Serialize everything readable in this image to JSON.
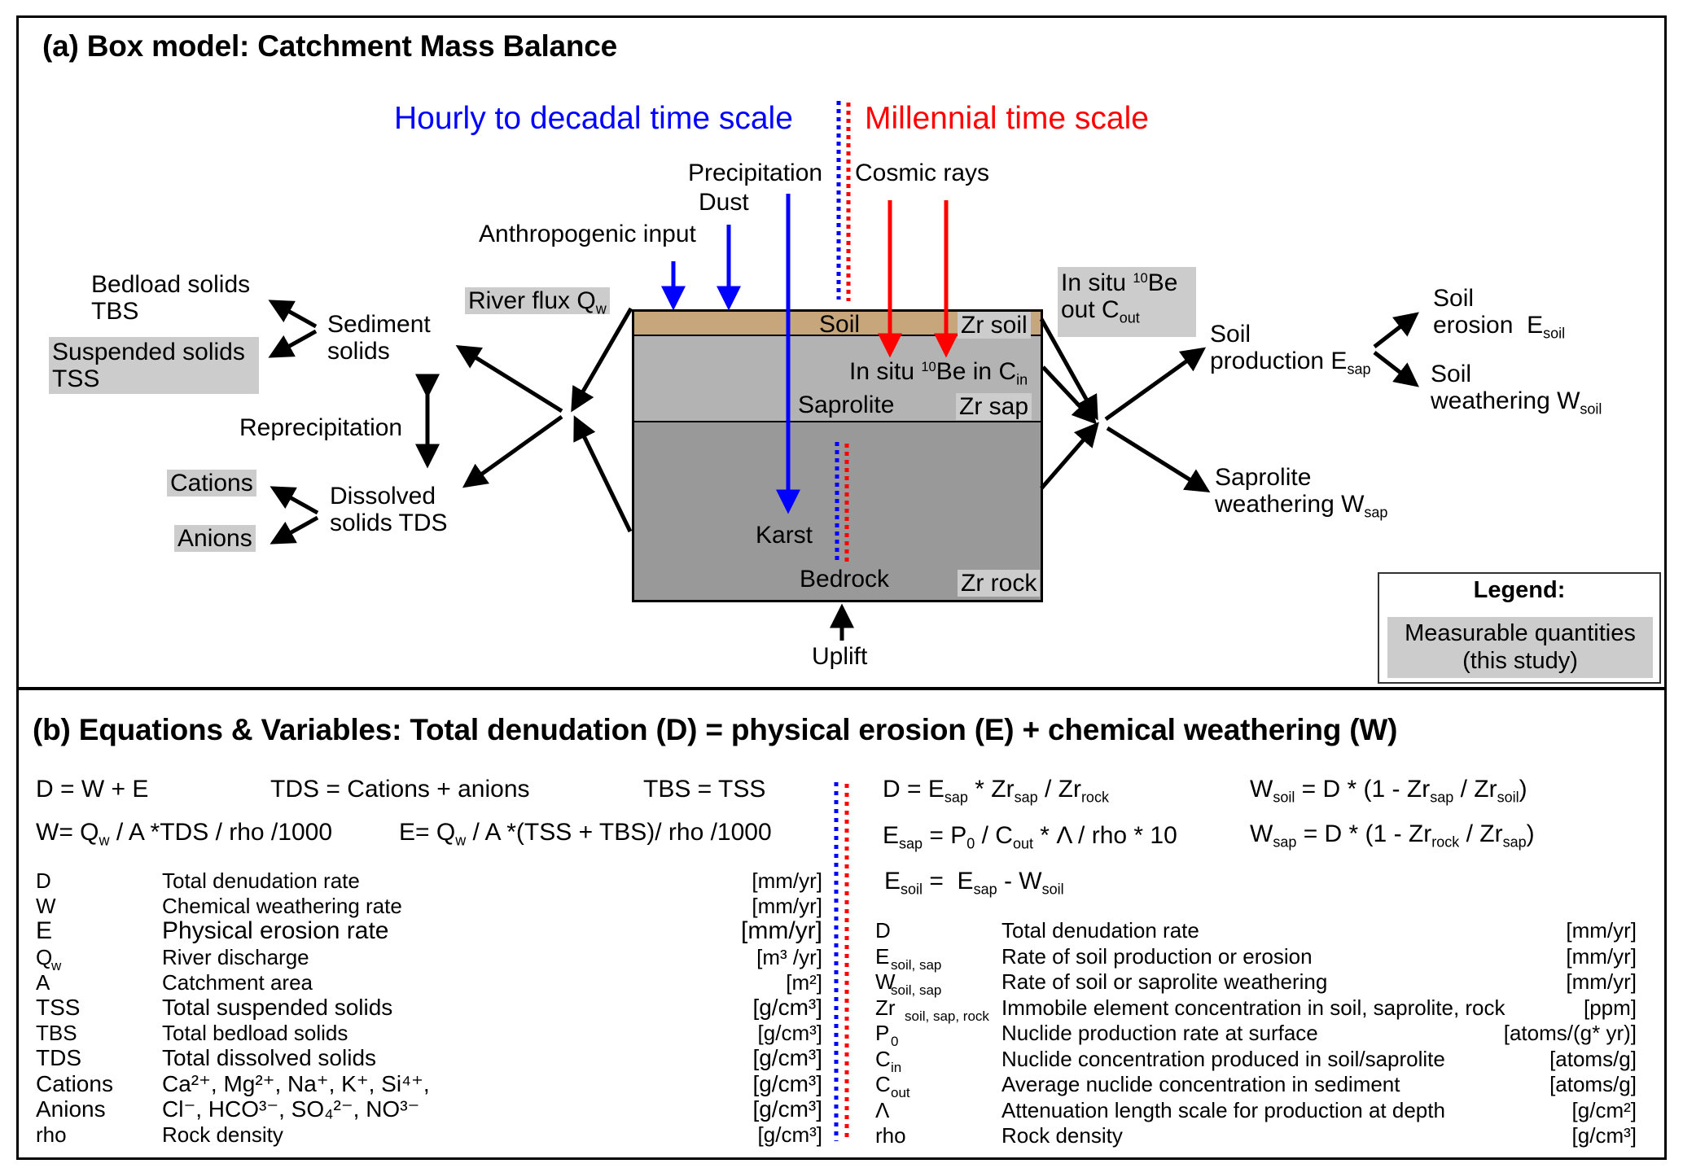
{
  "panel_a": {
    "title": "(a) Box model: Catchment Mass Balance",
    "timescale_short": "Hourly to decadal time scale",
    "timescale_long": "Millennial time scale",
    "colors": {
      "short_timescale": "#0000ff",
      "long_timescale": "#ff0000",
      "soil": "#c8a67c",
      "saprolite": "#b3b3b3",
      "bedrock": "#999999",
      "measurable_highlight": "#cccccc"
    },
    "inputs": {
      "precipitation": "Precipitation",
      "dust": "Dust",
      "anthropogenic": "Anthropogenic input",
      "cosmic_rays": "Cosmic rays",
      "uplift": "Uplift"
    },
    "layers": {
      "soil": "Soil",
      "saprolite": "Saprolite",
      "bedrock": "Bedrock",
      "karst": "Karst",
      "zr_soil": "Zr soil",
      "zr_sap": "Zr sap",
      "zr_rock": "Zr rock",
      "insitu_in": {
        "prefix": "In situ ",
        "isotope": "10",
        "element": "Be in C",
        "sub": "in"
      }
    },
    "left": {
      "river_flux": {
        "text": "River flux Q",
        "sub": "w"
      },
      "sediment": [
        "Sediment",
        "solids"
      ],
      "bedload": [
        "Bedload solids",
        "TBS"
      ],
      "suspended": [
        "Suspended solids",
        "TSS"
      ],
      "reprecipitation": "Reprecipitation",
      "dissolved": [
        "Dissolved",
        "solids TDS"
      ],
      "cations": "Cations",
      "anions": "Anions"
    },
    "right": {
      "insitu_out": {
        "line1_prefix": "In situ ",
        "isotope": "10",
        "line1_element": "Be",
        "line2": "out C",
        "sub": "out"
      },
      "soil_production": {
        "line1": "Soil",
        "line2": "production E",
        "sub": "sap"
      },
      "soil_erosion": {
        "line1": "Soil",
        "line2": "erosion  E",
        "sub": "soil"
      },
      "soil_weathering": {
        "line1": "Soil",
        "line2": "weathering W",
        "sub": "soil"
      },
      "saprolite_weathering": {
        "line1": "Saprolite",
        "line2": "weathering W",
        "sub": "sap"
      }
    },
    "legend": {
      "title": "Legend:",
      "item_line1": "Measurable quantities",
      "item_line2": "(this study)"
    }
  },
  "panel_b": {
    "title": "(b) Equations & Variables: Total denudation (D) = physical erosion (E) + chemical weathering (W)",
    "left_equations": {
      "eq1": "D = W + E",
      "eq2": "TDS = Cations + anions",
      "eq3": "TBS = TSS",
      "eq4": {
        "a": "W= Q",
        "sub": "w",
        "b": " / A *TDS / rho /1000"
      },
      "eq5": {
        "a": "E= Q",
        "sub": "w",
        "b": " / A *(TSS + TBS)/ rho /1000"
      }
    },
    "right_equations": {
      "eq1": {
        "parts": [
          "D = E",
          "sap",
          " * Zr",
          "sap",
          " / Zr",
          "rock"
        ]
      },
      "eq2": {
        "parts": [
          "E",
          "sap",
          " = P",
          "0",
          " / C",
          "out",
          " * Λ / rho * 10"
        ]
      },
      "eq3": {
        "parts": [
          "E",
          "soil",
          " =  E",
          "sap",
          " - W",
          "soil"
        ]
      },
      "eq4": {
        "parts": [
          "W",
          "soil",
          " = D * (1 - Zr",
          "sap",
          " / Zr",
          "soil",
          ")"
        ]
      },
      "eq5": {
        "parts": [
          "W",
          "sap",
          " = D * (1 - Zr",
          "rock",
          " / Zr",
          "sap",
          ")"
        ]
      }
    },
    "left_variables": [
      {
        "sym": "D",
        "sub": "",
        "desc": "Total denudation rate",
        "unit": "[mm/yr]"
      },
      {
        "sym": "W",
        "sub": "",
        "desc": "Chemical weathering rate",
        "unit": "[mm/yr]"
      },
      {
        "sym": "E",
        "sub": "",
        "desc": "Physical erosion rate",
        "unit": "[mm/yr]"
      },
      {
        "sym": "Q",
        "sub": "w",
        "desc": "River discharge",
        "unit": "[m³ /yr]"
      },
      {
        "sym": "A",
        "sub": "",
        "desc": "Catchment area",
        "unit": "[m²]"
      },
      {
        "sym": "TSS",
        "sub": "",
        "desc": "Total suspended solids",
        "unit": "[g/cm³]"
      },
      {
        "sym": "TBS",
        "sub": "",
        "desc": "Total bedload solids",
        "unit": "[g/cm³]"
      },
      {
        "sym": "TDS",
        "sub": "",
        "desc": "Total dissolved solids",
        "unit": "[g/cm³]"
      },
      {
        "sym": "Cations",
        "sub": "",
        "desc": "Ca²⁺, Mg²⁺, Na⁺, K⁺, Si⁴⁺,",
        "unit": "[g/cm³]"
      },
      {
        "sym": "Anions",
        "sub": "",
        "desc": "Cl⁻, HCO³⁻, SO₄²⁻, NO³⁻",
        "unit": "[g/cm³]"
      },
      {
        "sym": "rho",
        "sub": "",
        "desc": "Rock density",
        "unit": "[g/cm³]"
      }
    ],
    "right_variables": [
      {
        "sym": "D",
        "sub": "",
        "desc": "Total denudation rate",
        "unit": "[mm/yr]"
      },
      {
        "sym": "E",
        "sub": "soil, sap",
        "desc": "Rate of soil production or erosion",
        "unit": "[mm/yr]"
      },
      {
        "sym": "W",
        "sub": "soil, sap",
        "desc": "Rate of soil or saprolite weathering",
        "unit": "[mm/yr]"
      },
      {
        "sym": "Zr",
        "sub": "soil, sap, rock",
        "desc": "Immobile element concentration in soil, saprolite, rock",
        "unit": "[ppm]"
      },
      {
        "sym": "P",
        "sub": "0",
        "desc": "Nuclide production rate at surface",
        "unit": "[atoms/(g* yr)]"
      },
      {
        "sym": "C",
        "sub": "in",
        "desc": "Nuclide concentration produced in soil/saprolite",
        "unit": "[atoms/g]"
      },
      {
        "sym": "C",
        "sub": "out",
        "desc": "Average nuclide concentration in sediment",
        "unit": "[atoms/g]"
      },
      {
        "sym": "Λ",
        "sub": "",
        "desc": "Attenuation length scale for production at depth",
        "unit": "[g/cm²]"
      },
      {
        "sym": "rho",
        "sub": "",
        "desc": "Rock density",
        "unit": "[g/cm³]"
      }
    ]
  }
}
